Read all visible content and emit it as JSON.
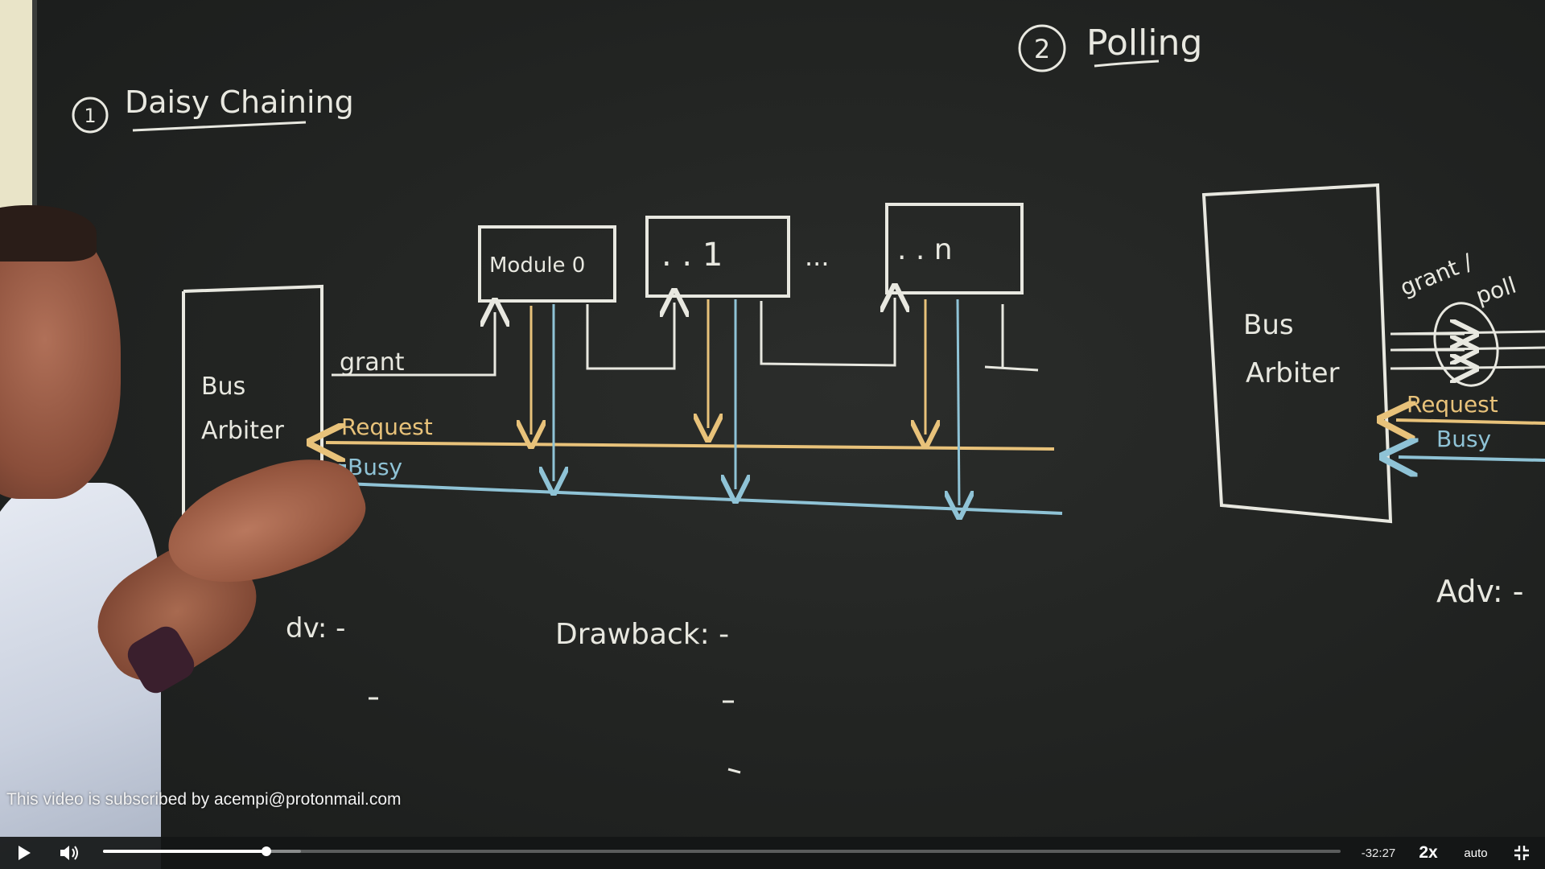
{
  "board": {
    "section1": {
      "number": "1",
      "title": "Daisy Chaining"
    },
    "section2": {
      "number": "2",
      "title": "Polling"
    },
    "arbiter_left": {
      "line1": "Bus",
      "line2": "Arbiter"
    },
    "arbiter_right": {
      "line1": "Bus",
      "line2": "Arbiter"
    },
    "module0": "Module 0",
    "module1": ". . 1",
    "modulen": ". . n",
    "ellipsis": "...",
    "grant": "grant",
    "request": "Request",
    "busy": "Busy",
    "grant_poll": "grant /",
    "poll": "poll",
    "request_right": "Request",
    "busy_right": "Busy",
    "adv_left": "dv: -",
    "drawback": "Drawback: -",
    "adv_right": "Adv: -"
  },
  "watermark": "This video is subscribed by acempi@protonmail.com",
  "player": {
    "time_remaining": "-32:27",
    "speed": "2x",
    "quality": "auto",
    "progress_fraction": 0.132,
    "buffered_fraction": 0.16,
    "icons": {
      "play": "play-icon",
      "volume": "volume-icon",
      "fullscreen": "exit-fullscreen-icon"
    }
  },
  "colors": {
    "chalk": "#e8e8e0",
    "request_line": "#e8c27a",
    "busy_line": "#8fc3d6",
    "controls_bg": "#141616"
  }
}
